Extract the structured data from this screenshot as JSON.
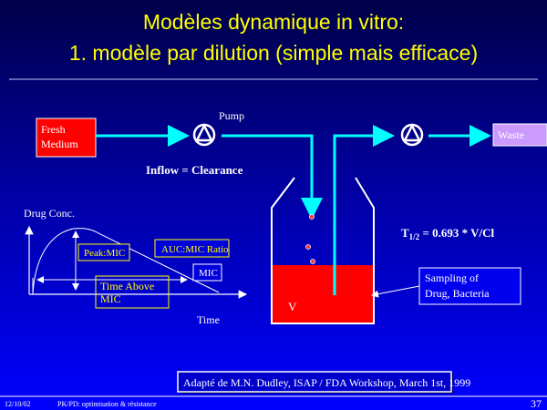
{
  "title": {
    "line1": "Modèles dynamique in vitro:",
    "line2": "1. modèle par dilution (simple mais efficace)"
  },
  "diagram": {
    "fresh_medium": [
      "Fresh",
      "Medium"
    ],
    "pump_label": "Pump",
    "waste": "Waste",
    "inflow": "Inflow = Clearance",
    "volume": "V",
    "half_life": {
      "prefix": "T",
      "sub": "1/2",
      "rest": " = 0.693 * V/Cl"
    },
    "sampling": [
      "Sampling of",
      "Drug, Bacteria"
    ]
  },
  "graph": {
    "ylabel": "Drug Conc.",
    "xlabel": "Time",
    "peak_mic": "Peak:MIC",
    "auc_mic": "AUC:MIC Ratio",
    "mic": "MIC",
    "time_above": [
      "Time Above",
      "MIC"
    ]
  },
  "citation": "Adapté de M.N. Dudley, ISAP / FDA Workshop, March 1st, 1999",
  "footer": {
    "date": "12/10/02",
    "subject": "PK/PD: optimisation & résistance",
    "page": "37"
  },
  "colors": {
    "title": "#ffff00",
    "pipe": "#00ffff",
    "medium": "#ff0000",
    "waste": "#cc99ff"
  }
}
